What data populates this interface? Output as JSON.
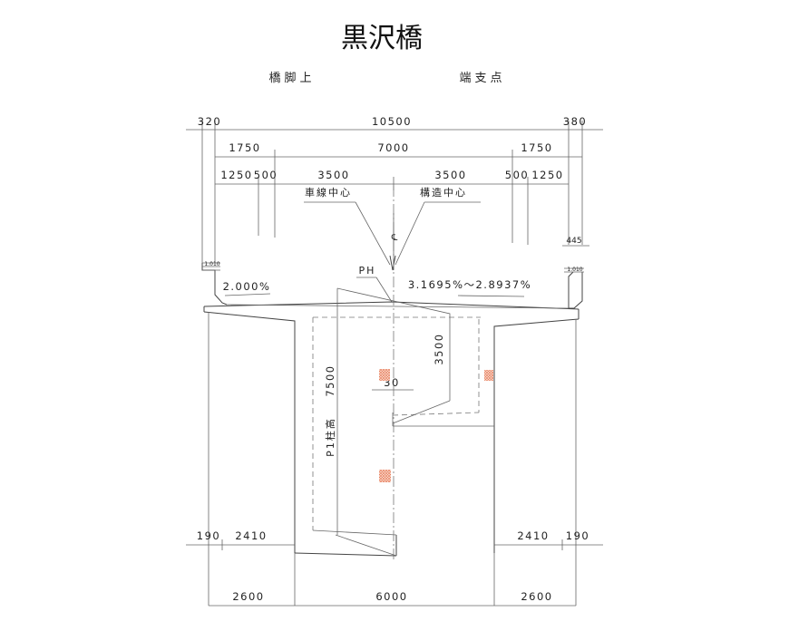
{
  "title": "黒沢橋",
  "labels": {
    "pier_top": "橋脚上",
    "end_support": "端支点",
    "lane_center": "車線中心",
    "structure_center": "構造中心",
    "center_mark": "℄",
    "ph": "PH",
    "slope_left": "2.000%",
    "slope_right": "3.1695%～2.8937%",
    "pier_height": "P1柱高",
    "small_left": "1.010",
    "small_right": "1.010"
  },
  "dimensions": {
    "top_left": "320",
    "top_total": "10500",
    "top_right": "380",
    "sidewalk_left": "1750",
    "roadway": "7000",
    "sidewalk_right": "1750",
    "l_1250": "1250",
    "l_500": "500",
    "lane_left": "3500",
    "lane_right": "3500",
    "r_500": "500",
    "r_1250": "1250",
    "rail": "445",
    "pier_height": "7500",
    "web_depth": "3500",
    "offset": "30",
    "base_left_190": "190",
    "base_left_2410": "2410",
    "base_right_2410": "2410",
    "base_right_190": "190",
    "bottom_left": "2600",
    "bottom_center": "6000",
    "bottom_right": "2600"
  }
}
